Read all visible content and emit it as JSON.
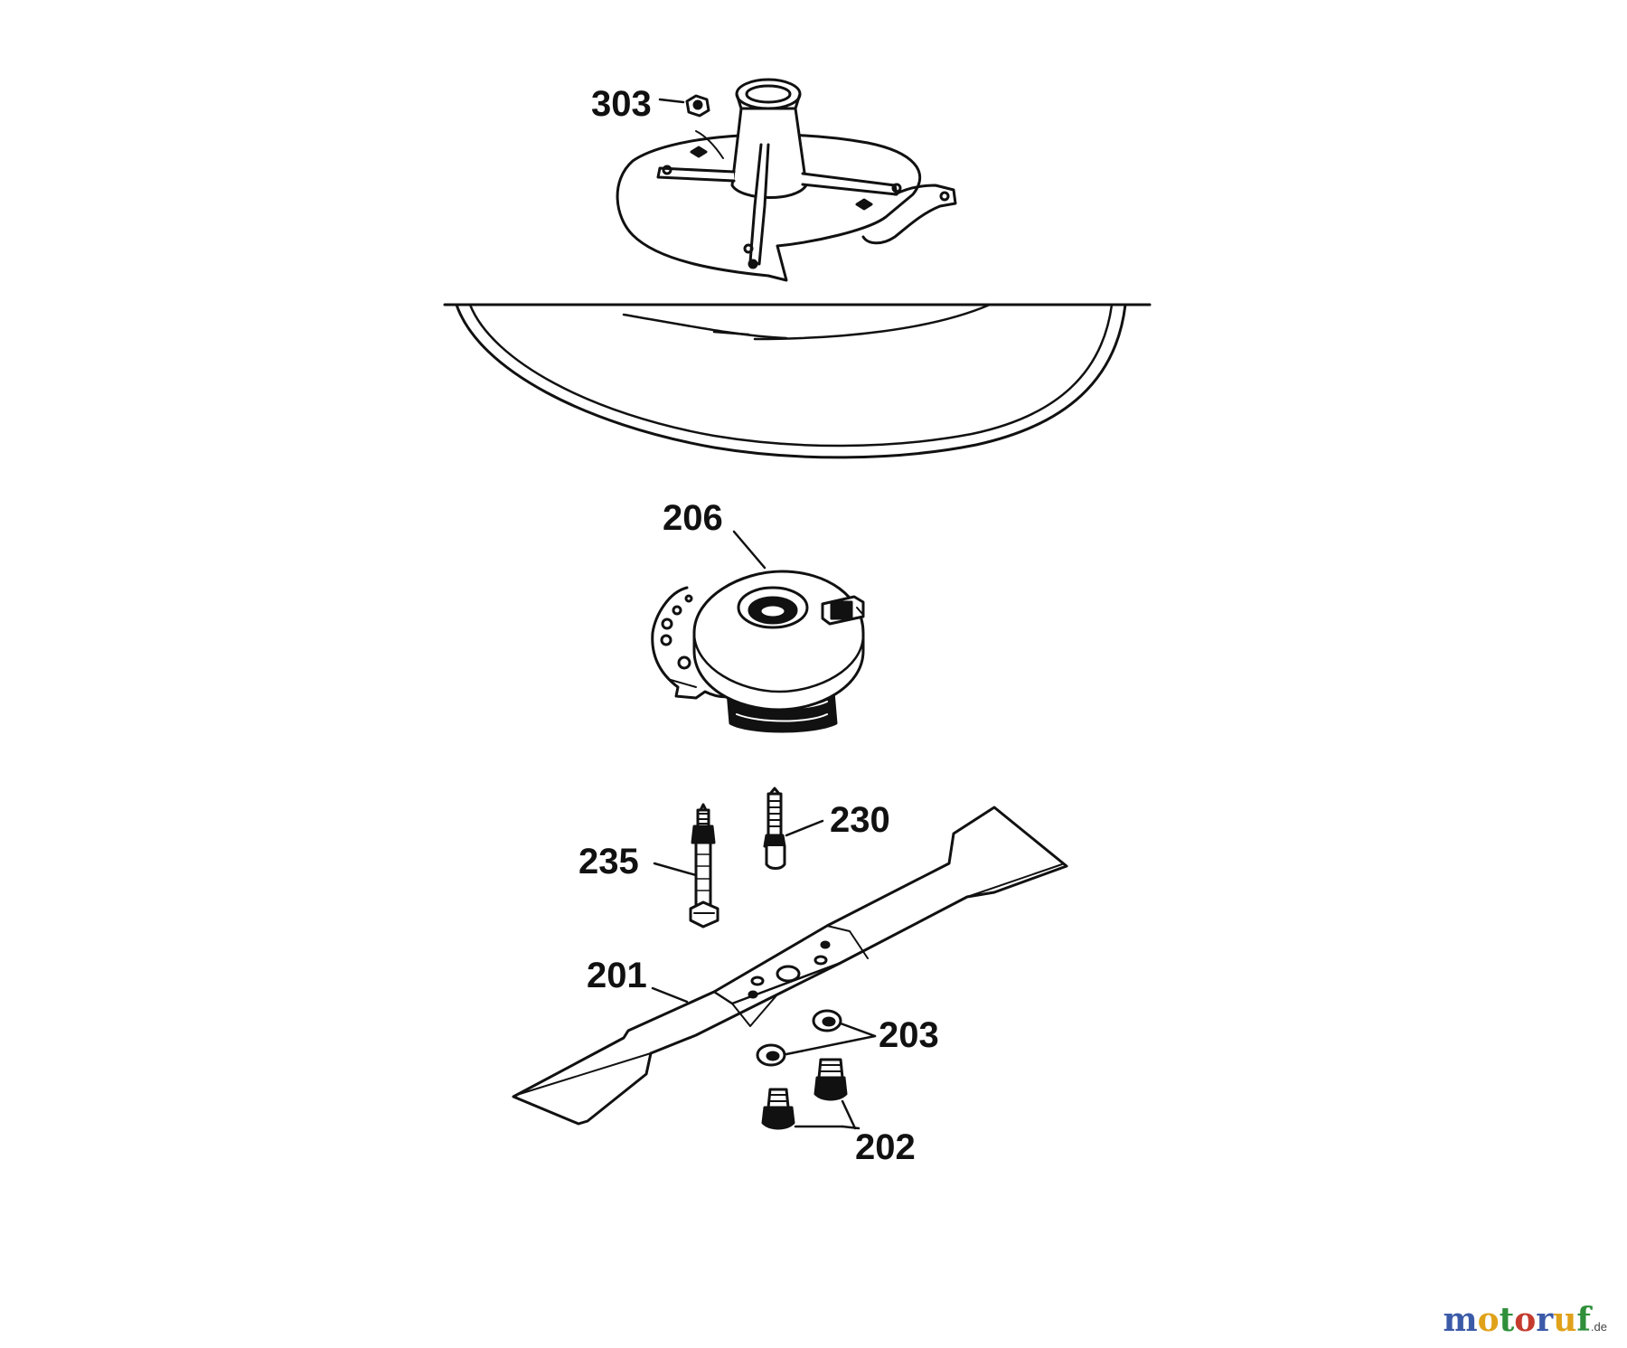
{
  "diagram": {
    "part_labels": {
      "p303": "303",
      "p206": "206",
      "p230": "230",
      "p235": "235",
      "p201": "201",
      "p203": "203",
      "p202": "202"
    }
  },
  "logo": {
    "text": "motoruf",
    "tld": ".de",
    "letters": [
      "m",
      "o",
      "t",
      "o",
      "r",
      "u",
      "f"
    ],
    "letter_colors": [
      "#3b5aa8",
      "#e0a21a",
      "#2f8f3a",
      "#c43b2e",
      "#3b5aa8",
      "#e0a21a",
      "#2f8f3a"
    ]
  },
  "colors": {
    "line": "#111111",
    "background": "#ffffff"
  }
}
